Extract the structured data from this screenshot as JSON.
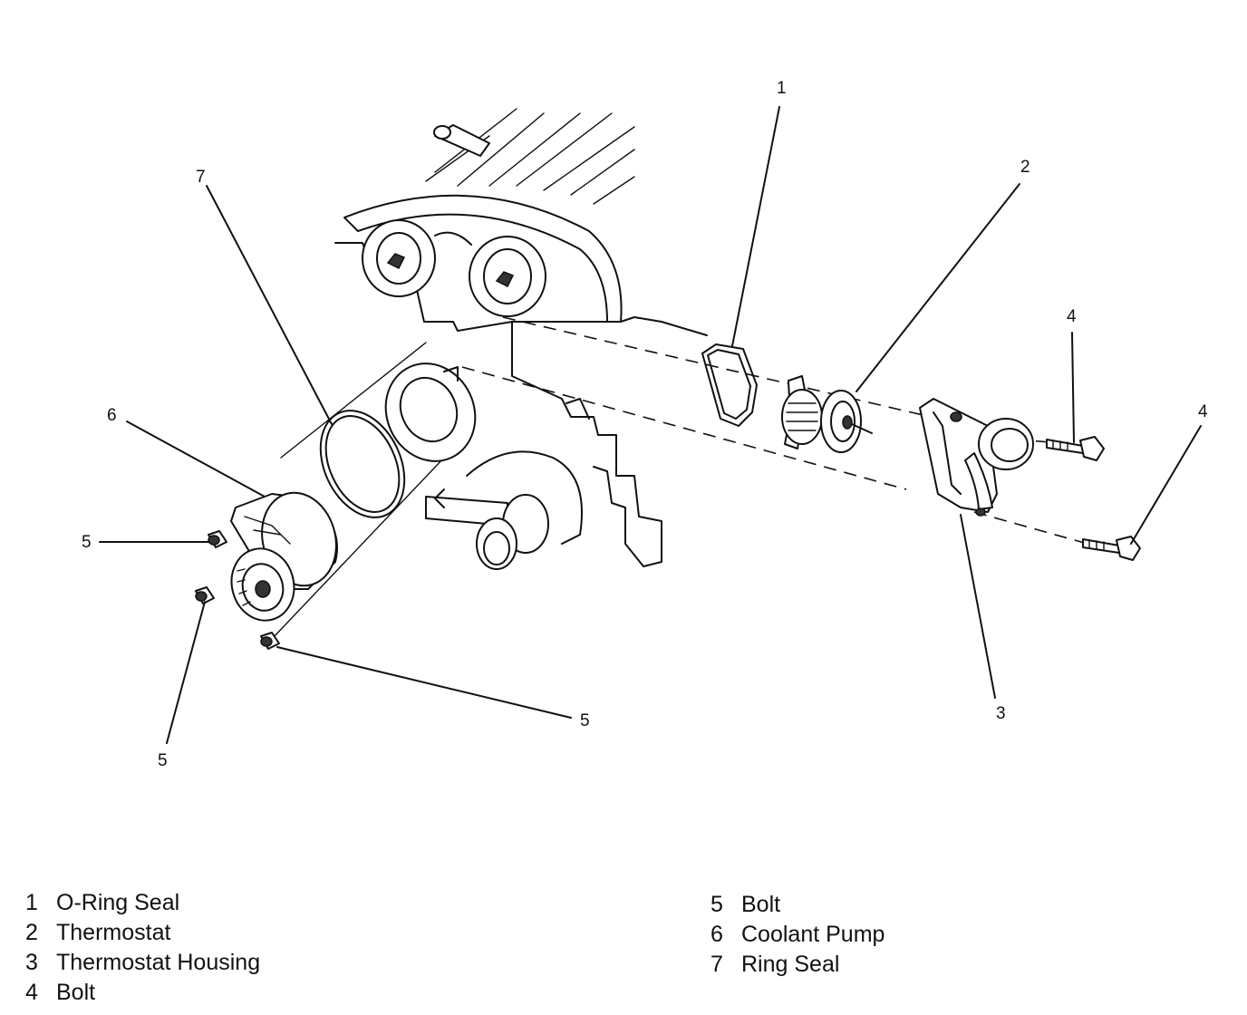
{
  "diagram": {
    "callouts": {
      "c1": "1",
      "c2": "2",
      "c3": "3",
      "c4a": "4",
      "c4b": "4",
      "c5a": "5",
      "c5b": "5",
      "c5c": "5",
      "c6": "6",
      "c7": "7"
    }
  },
  "legend": {
    "left": [
      {
        "num": "1",
        "label": "O-Ring Seal"
      },
      {
        "num": "2",
        "label": "Thermostat"
      },
      {
        "num": "3",
        "label": "Thermostat Housing"
      },
      {
        "num": "4",
        "label": "Bolt"
      }
    ],
    "right": [
      {
        "num": "5",
        "label": "Bolt"
      },
      {
        "num": "6",
        "label": "Coolant Pump"
      },
      {
        "num": "7",
        "label": "Ring Seal"
      }
    ]
  }
}
